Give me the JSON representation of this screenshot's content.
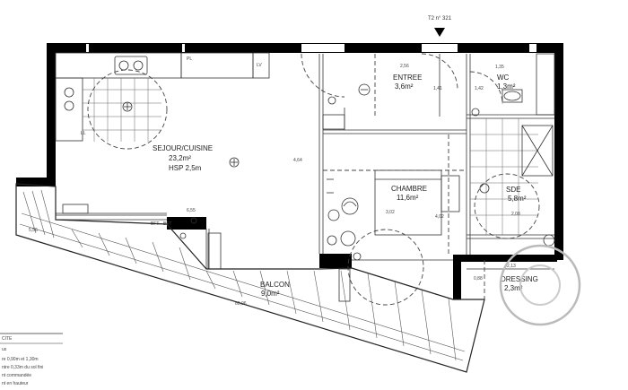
{
  "plan": {
    "unit_ref": "T2 n° 321",
    "rooms": [
      {
        "name": "SEJOUR/CUISINE",
        "area": "23,2m²",
        "extra": "HSP 2,5m"
      },
      {
        "name": "ENTREE",
        "area": "3,6m²"
      },
      {
        "name": "WC",
        "area": "1,3m²"
      },
      {
        "name": "CHAMBRE",
        "area": "11,6m²"
      },
      {
        "name": "SDE",
        "area": "5,8m²"
      },
      {
        "name": "DRESSING",
        "area": "2,3m²"
      },
      {
        "name": "BALCON",
        "area": "9,0m²"
      }
    ],
    "labels": {
      "pl": "PL",
      "lv": "LV",
      "ll": "LL",
      "bft1": "BFT",
      "bft2": "BFT",
      "cite": "CITE"
    },
    "dimensions": {
      "d1": "2,56",
      "d2": "1,41",
      "d3": "1,35",
      "d4": "1,42",
      "d5": "4,64",
      "d6": "3,02",
      "d7": "4,02",
      "d8": "2,08",
      "d9": "2,13",
      "d10": "0,88",
      "d11": "6,55",
      "d12": "5,56",
      "d13": "60,06"
    },
    "legend_lines": [
      "us",
      "re 0,90m et 1,30m",
      "ntre 0,33m du sol fini",
      "nt commandée",
      "nt en hauteur"
    ]
  }
}
